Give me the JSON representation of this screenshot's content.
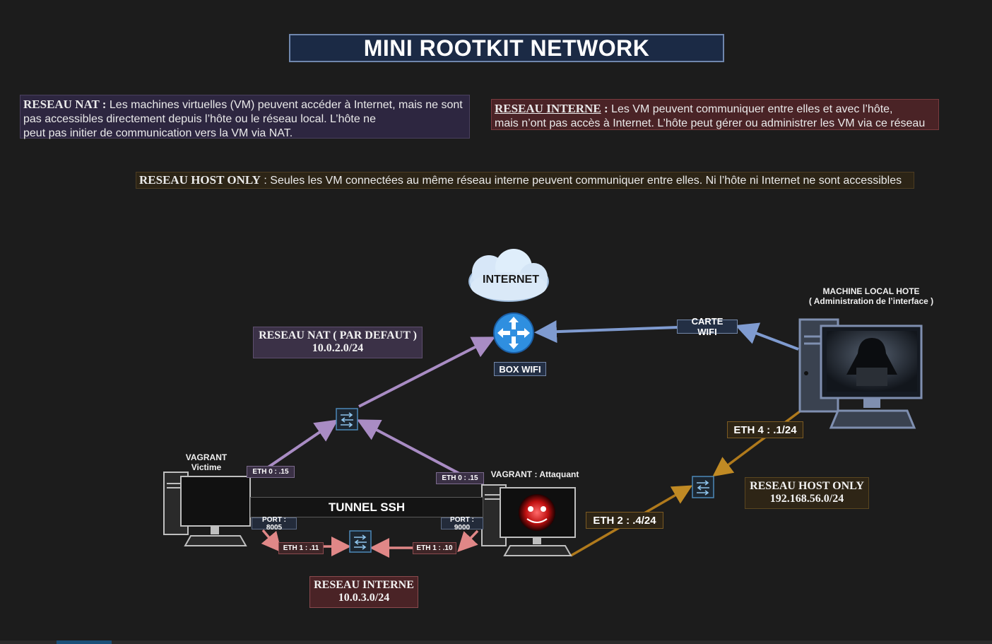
{
  "title": "MINI ROOTKIT NETWORK",
  "notes": {
    "nat": {
      "key": "RESEAU NAT :",
      "text_line1": "Les machines virtuelles (VM) peuvent accéder à Internet, mais ne sont",
      "text_line2": "pas accessibles directement depuis l’hôte ou le réseau local. L’hôte ne",
      "text_line3": "peut pas initier de communication vers la VM via NAT."
    },
    "interne": {
      "key": "RESEAU INTERNE",
      "colon": " :",
      "text_line1": "Les VM peuvent communiquer entre elles et avec l’hôte,",
      "text_line2": "mais n’ont pas accès à Internet. L’hôte peut gérer ou administrer les VM via ce réseau"
    },
    "host_only": {
      "key": "RESEAU  HOST ONLY",
      "text": " : Seules les VM connectées au même réseau interne peuvent communiquer entre elles. Ni l’hôte ni Internet ne sont accessibles"
    }
  },
  "diagram": {
    "internet": "INTERNET",
    "box_wifi": "BOX WIFI",
    "carte_wifi": "CARTE WIFI",
    "host_machine": {
      "line1": "MACHINE LOCAL HOTE",
      "line2": "( Administration de l’interface )"
    },
    "victim": {
      "line1": "VAGRANT",
      "line2": "Victime"
    },
    "attacker": "VAGRANT : Attaquant",
    "tunnel": "TUNNEL SSH",
    "networks": {
      "nat": {
        "name": "RESEAU NAT ( PAR DEFAUT )",
        "subnet": "10.0.2.0/24"
      },
      "interne": {
        "name": "RESEAU INTERNE",
        "subnet": "10.0.3.0/24"
      },
      "host_only": {
        "name": "RESEAU  HOST ONLY",
        "subnet": "192.168.56.0/24"
      }
    },
    "interfaces": {
      "victim_eth0": "ETH 0 :  .15",
      "attacker_eth0": "ETH 0 :  .15",
      "victim_port": "PORT : 8005",
      "attacker_port": "PORT : 9000",
      "victim_eth1": "ETH 1 :  .11",
      "attacker_eth1": "ETH 1 :  .10",
      "attacker_eth2": "ETH 2 :  .4/24",
      "host_eth4": "ETH 4 :  .1/24"
    }
  },
  "colors": {
    "nat_line": "#a98cc4",
    "wifi_line": "#7f9bd0",
    "interne_line": "#e08787",
    "host_only_line": "#b07a1c",
    "router": "#2f8fe0"
  }
}
